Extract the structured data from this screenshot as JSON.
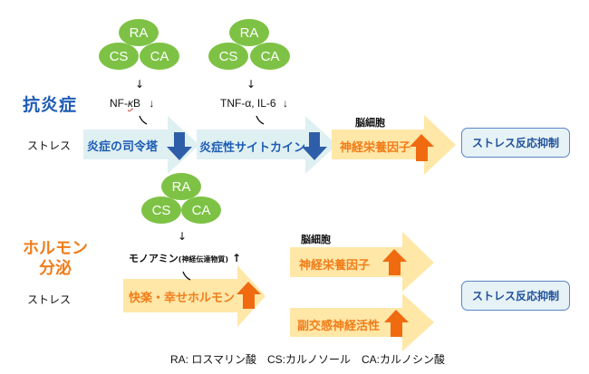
{
  "colors": {
    "green_node": "#7dc245",
    "blue_arrow_fill": "#dff0f3",
    "orange_arrow_fill": "#ffe7a8",
    "blue_accent": "#1e5bb4",
    "orange_accent": "#f07d1a",
    "down_arrow": "#2f5ea8",
    "up_arrow": "#f06a10"
  },
  "clusters": [
    {
      "id": "cluster-1",
      "nodes": [
        "RA",
        "CS",
        "CA"
      ]
    },
    {
      "id": "cluster-2",
      "nodes": [
        "RA",
        "CS",
        "CA"
      ]
    },
    {
      "id": "cluster-3",
      "nodes": [
        "RA",
        "CS",
        "CA"
      ]
    }
  ],
  "anti_inflammation": {
    "title": "抗炎症",
    "stress_label": "ストレス",
    "nfkb": {
      "prefix": "NF-",
      "kappa": "κ",
      "suffix": "B",
      "trend": "↓"
    },
    "tnf": {
      "label": "TNF-α, IL-6",
      "trend": "↓"
    },
    "arrow_down_small": "↓",
    "command_tower": {
      "label": "炎症の司令塔",
      "trend": "down"
    },
    "cytokine": {
      "label": "炎症性サイトカイン",
      "trend": "down"
    },
    "brain_label": "脳細胞",
    "neurotrophic": {
      "label": "神経栄養因子",
      "trend": "up"
    },
    "result": "ストレス反応抑制"
  },
  "hormone": {
    "title_line1": "ホルモン",
    "title_line2": "分泌",
    "stress_label": "ストレス",
    "monoamine": {
      "label": "モノアミン",
      "note": "(神経伝達物質)",
      "trend": "↑"
    },
    "arrow_down_small": "↓",
    "happiness": {
      "label": "快楽・幸せホルモン",
      "trend": "up"
    },
    "brain_label": "脳細胞",
    "neurotrophic": {
      "label": "神経栄養因子",
      "trend": "up"
    },
    "parasympathetic": {
      "label": "副交感神経活性",
      "trend": "up"
    },
    "result": "ストレス反応抑制"
  },
  "legend": {
    "text": "RA: ロスマリン酸　CS:カルノソール　CA:カルノシン酸"
  }
}
